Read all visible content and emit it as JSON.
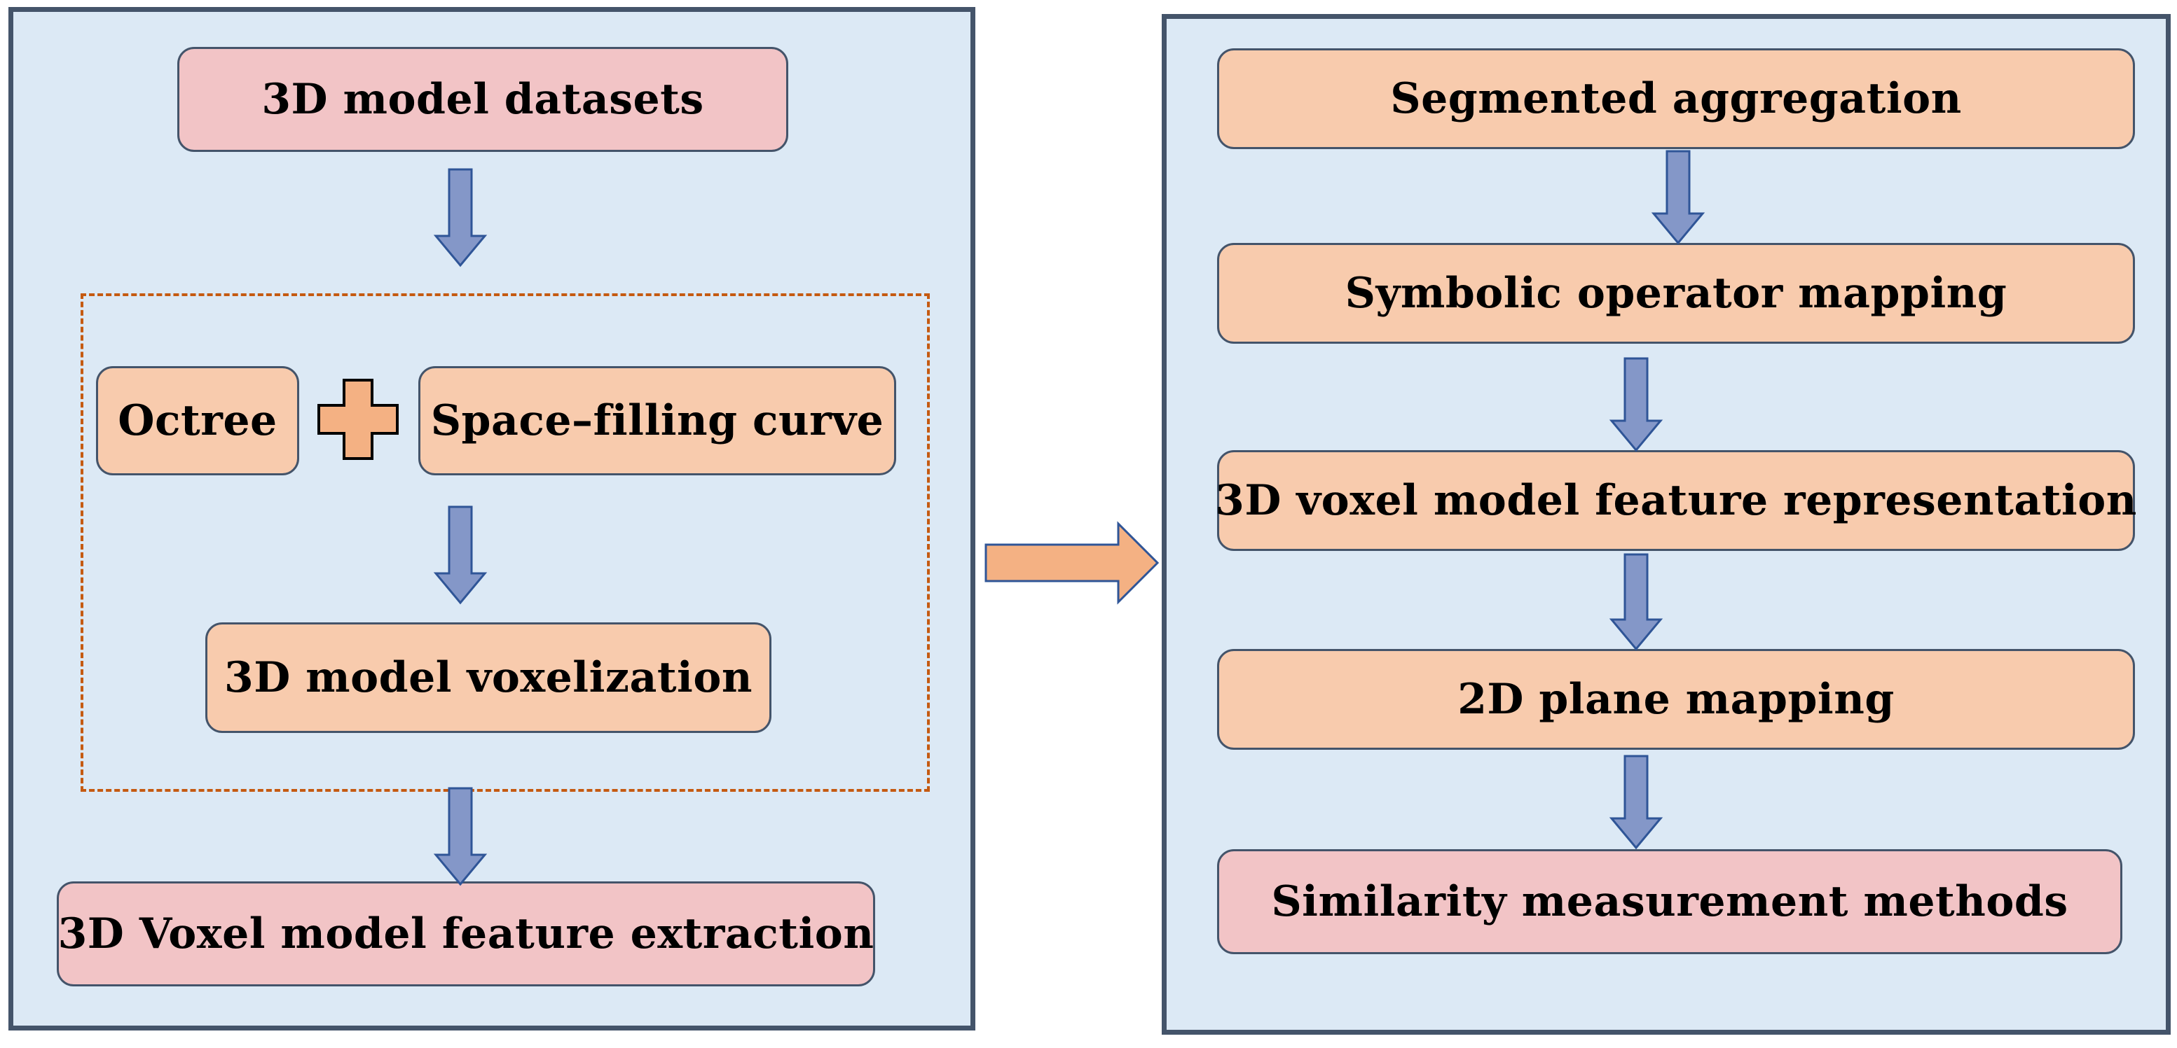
{
  "colors": {
    "panel_fill": "#dce9f5",
    "panel_border": "#44546a",
    "pink_box": "#f2c4c6",
    "peach_box": "#f8cbad",
    "down_arrow": "#8497c8",
    "right_arrow": "#f4b183",
    "dashed_border": "#c55a11"
  },
  "left_panel": {
    "datasets": "3D model datasets",
    "octree": "Octree",
    "plus_icon": "plus-icon",
    "space_filling_curve": "Space–filling curve",
    "voxelization": "3D model voxelization",
    "feature_extraction": "3D Voxel model feature extraction"
  },
  "right_panel": {
    "segmented_aggregation": "Segmented aggregation",
    "symbolic_operator_mapping": "Symbolic operator mapping",
    "feature_representation": "3D  voxel model feature representation",
    "plane_mapping": "2D plane mapping",
    "similarity_methods": "Similarity measurement methods"
  }
}
